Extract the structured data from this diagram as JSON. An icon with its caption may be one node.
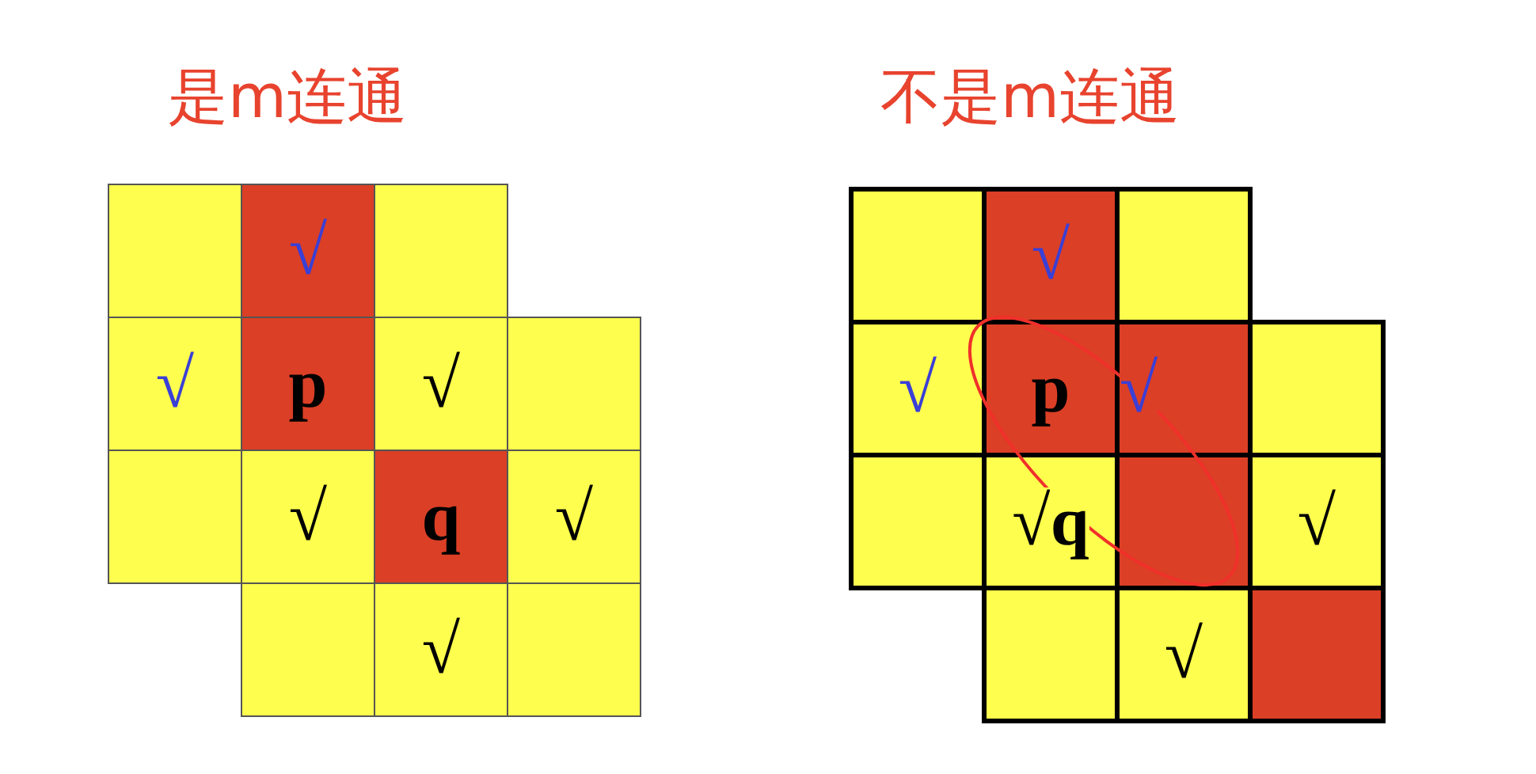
{
  "diagram": {
    "nodes": [
      {
        "text": [],
        "shape": "box"
      },
      {
        "text": [
          "√"
        ]
      },
      {
        "text": [],
        "shape": "box"
      },
      {
        "text": [
          "√"
        ]
      },
      {
        "text": [
          "p"
        ]
      },
      {
        "text": [
          "√"
        ]
      },
      {
        "text": [],
        "shape": "box"
      },
      {
        "text": [],
        "shape": "box"
      },
      {
        "text": [
          "√"
        ]
      },
      {
        "text": [
          "q"
        ]
      },
      {
        "text": [
          "√"
        ]
      },
      {
        "text": [],
        "shape": "box"
      },
      {
        "text": [
          "√"
        ]
      },
      {
        "text": [],
        "shape": "box"
      },
      {
        "text": [],
        "shape": "box"
      },
      {
        "text": [
          "√"
        ]
      },
      {
        "text": [],
        "shape": "box"
      },
      {
        "text": [
          "√"
        ]
      },
      {
        "text": [
          "p"
        ]
      },
      {
        "text": [
          "√"
        ]
      },
      {
        "text": [],
        "shape": "box"
      },
      {
        "text": [],
        "shape": "box"
      },
      {
        "text": [
          "√",
          "q"
        ]
      },
      {
        "text": [],
        "shape": "box"
      },
      {
        "text": [
          "√"
        ]
      },
      {
        "text": [],
        "shape": "box"
      },
      {
        "text": [
          "√"
        ]
      },
      {
        "text": [],
        "shape": "box"
      }
    ],
    "edges": [],
    "labels": [
      "是m连通",
      "不是m连通"
    ]
  }
}
